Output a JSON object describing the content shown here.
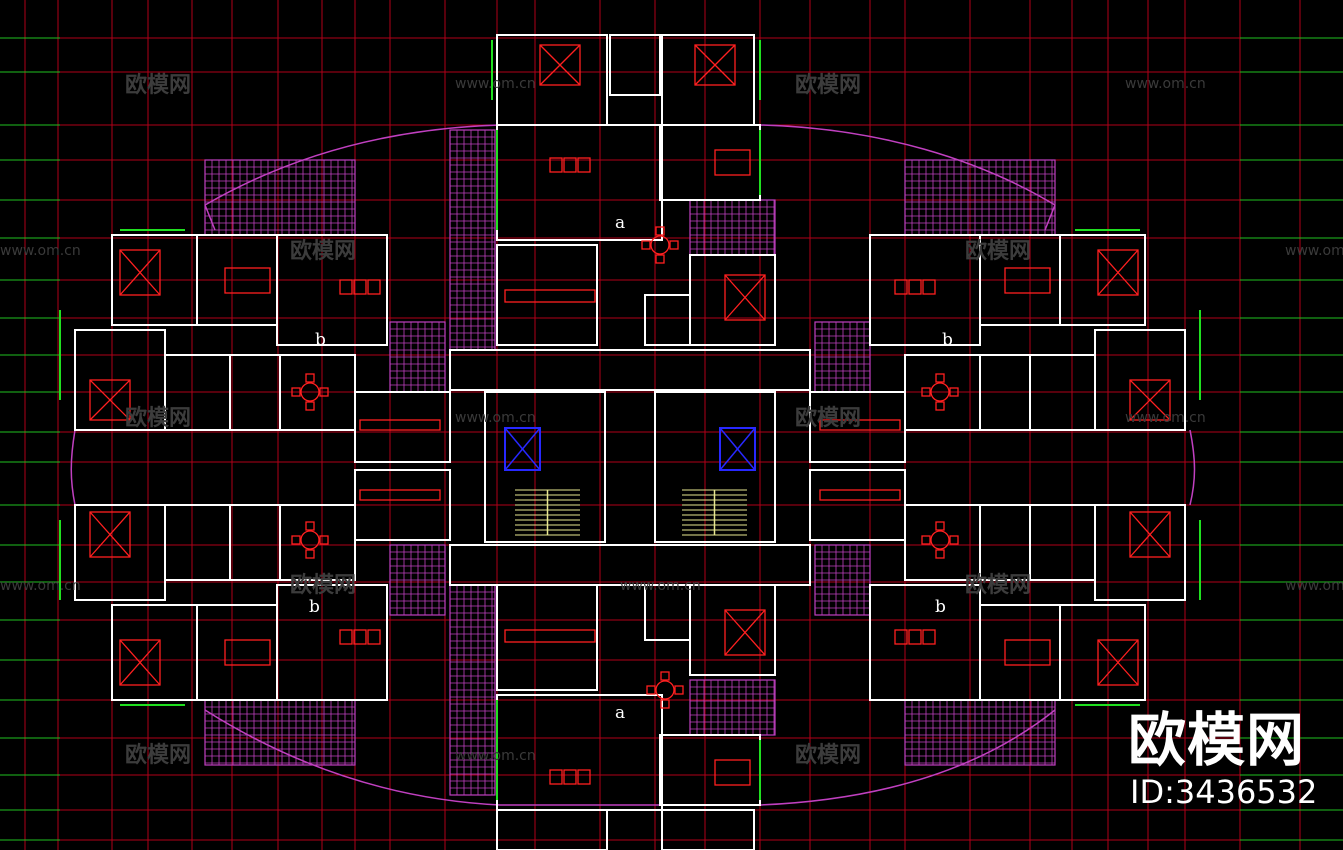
{
  "colors": {
    "background": "#000000",
    "grid_red": "#b00018",
    "grid_green": "#20c020",
    "wall": "#ffffff",
    "furniture": "#ff2020",
    "hatch": "#c040c0",
    "window": "#20e020",
    "elevator": "#2828ff",
    "stairs": "#e8e890",
    "watermark": "#3c3c3c"
  },
  "units": {
    "top": "a",
    "bottom": "a",
    "upper_left": "b",
    "upper_right": "b",
    "lower_left": "b",
    "lower_right": "b"
  },
  "watermark": {
    "logo_text": "欧模网",
    "url_text": "www.om.cn"
  },
  "brand": {
    "name": "欧模网",
    "id": "ID:3436532"
  }
}
